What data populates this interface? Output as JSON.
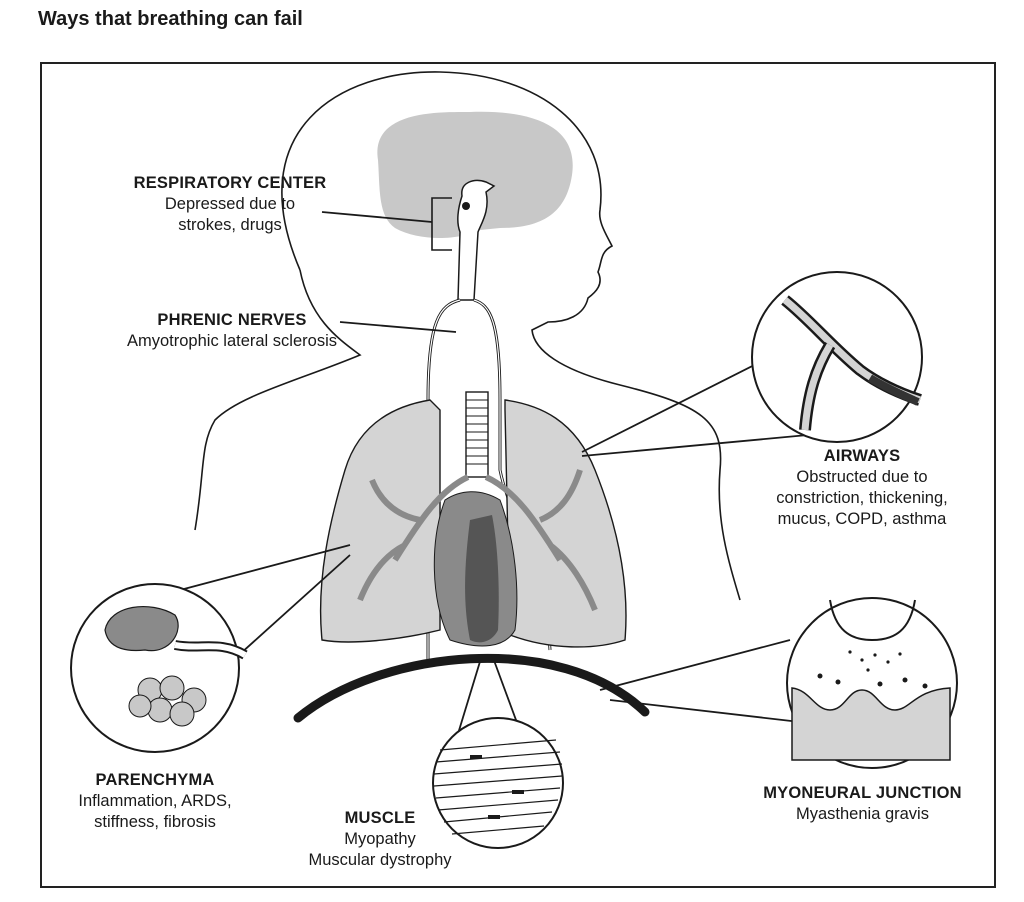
{
  "title": "Ways that breathing can fail",
  "labels": {
    "respiratory_center": {
      "heading": "RESPIRATORY CENTER",
      "lines": [
        "Depressed due to",
        "strokes, drugs"
      ]
    },
    "phrenic_nerves": {
      "heading": "PHRENIC NERVES",
      "lines": [
        "Amyotrophic lateral sclerosis"
      ]
    },
    "airways": {
      "heading": "AIRWAYS",
      "lines": [
        "Obstructed due to",
        "constriction, thickening,",
        "mucus, COPD, asthma"
      ]
    },
    "parenchyma": {
      "heading": "PARENCHYMA",
      "lines": [
        "Inflammation, ARDS,",
        "stiffness, fibrosis"
      ]
    },
    "muscle": {
      "heading": "MUSCLE",
      "lines": [
        "Myopathy",
        "Muscular dystrophy"
      ]
    },
    "myoneural_junction": {
      "heading": "MYONEURAL JUNCTION",
      "lines": [
        "Myasthenia gravis"
      ]
    }
  },
  "colors": {
    "line": "#1a1a1a",
    "brain": "#c8c8c8",
    "lung": "#d4d4d4",
    "heart_dark": "#555555",
    "heart_mid": "#8a8a8a"
  }
}
